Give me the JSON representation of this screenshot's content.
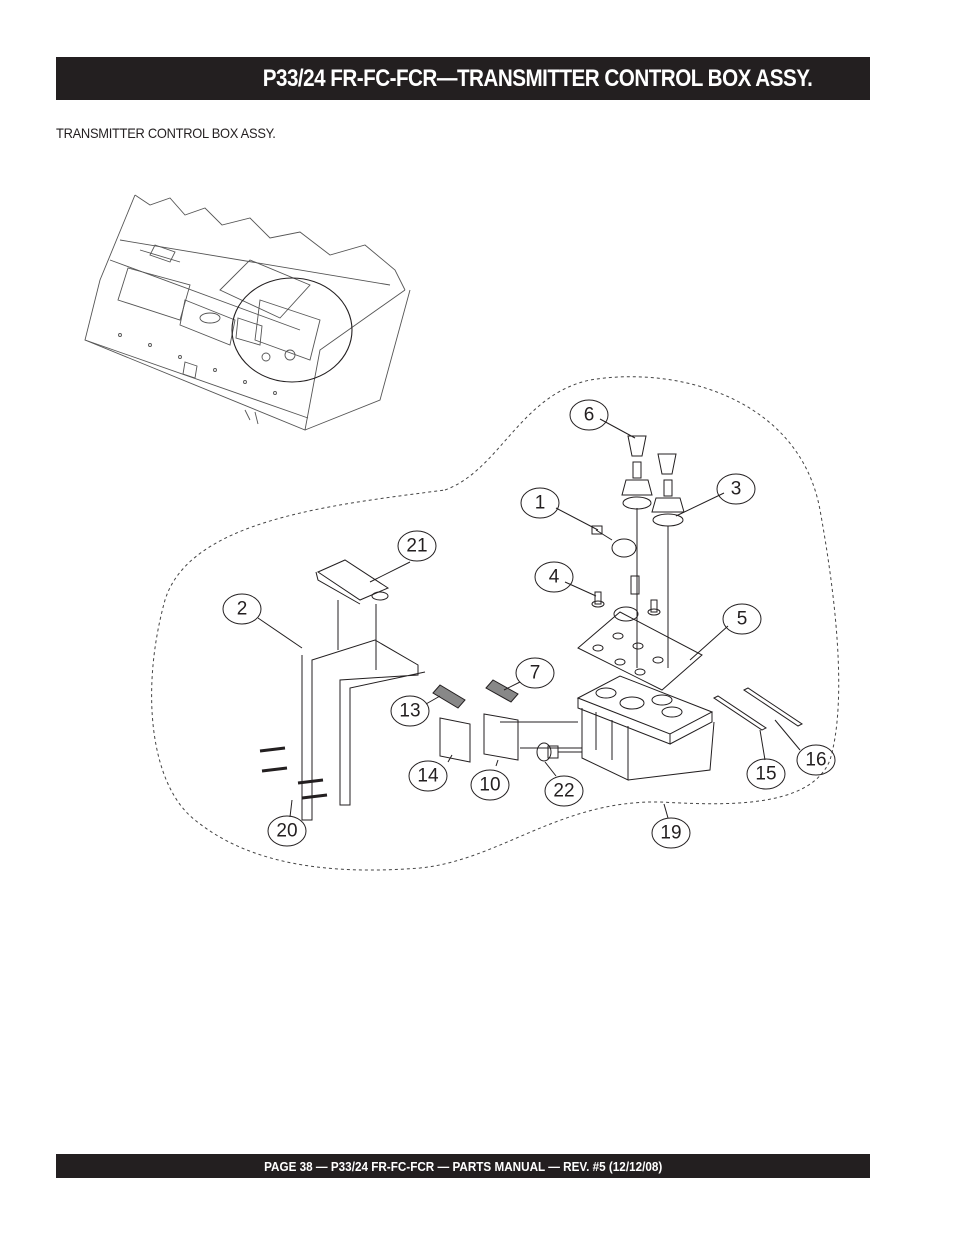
{
  "header": {
    "title": "P33/24 FR-FC-FCR—TRANSMITTER CONTROL BOX ASSY."
  },
  "section": {
    "subtitle": "TRANSMITTER CONTROL BOX ASSY."
  },
  "callouts": [
    "6",
    "3",
    "1",
    "21",
    "4",
    "2",
    "5",
    "7",
    "13",
    "16",
    "15",
    "14",
    "10",
    "22",
    "20",
    "19"
  ],
  "footer": {
    "text": "PAGE 38 — P33/24 FR-FC-FCR — PARTS MANUAL — REV. #5 (12/12/08)"
  }
}
